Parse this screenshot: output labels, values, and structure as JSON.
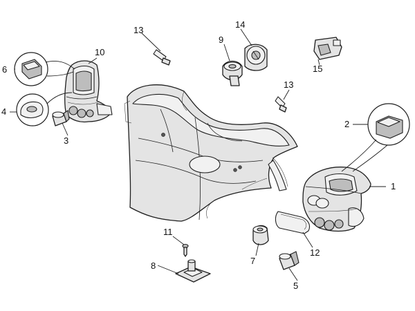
{
  "diagram": {
    "callouts": {
      "c1": "1",
      "c2": "2",
      "c3": "3",
      "c4": "4",
      "c5": "5",
      "c6": "6",
      "c7": "7",
      "c8": "8",
      "c9": "9",
      "c10": "10",
      "c11": "11",
      "c12": "12",
      "c13a": "13",
      "c13b": "13",
      "c14": "14",
      "c15": "15"
    }
  }
}
